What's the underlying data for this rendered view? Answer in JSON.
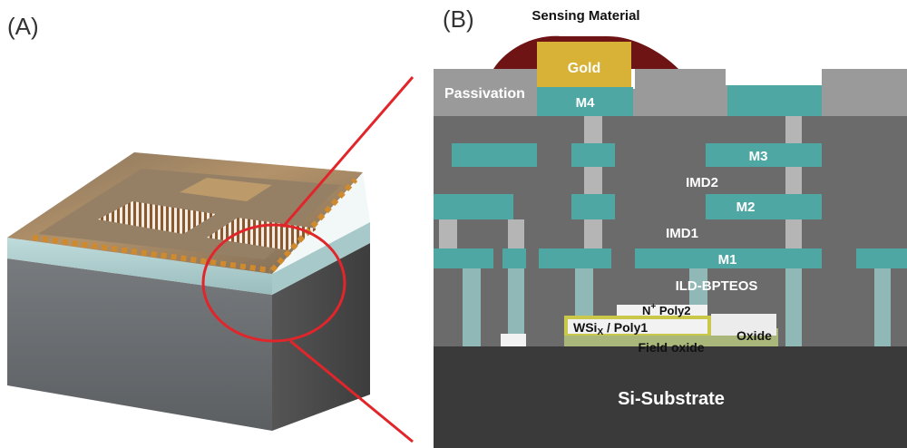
{
  "panel_a": {
    "label": "(A)"
  },
  "panel_b": {
    "label": "(B)"
  },
  "labels": {
    "sensing_material": "Sensing Material",
    "gold": "Gold",
    "passivation": "Passivation",
    "m4": "M4",
    "m3": "M3",
    "imd2": "IMD2",
    "m2": "M2",
    "imd1": "IMD1",
    "m1": "M1",
    "ild": "ILD-BPTEOS",
    "poly2_prefix": "N",
    "poly2_sup": "+",
    "poly2_suffix": " Poly2",
    "wsix_base": "WSi",
    "wsix_sub": "X",
    "wsix_suffix": " / Poly1",
    "oxide": "Oxide",
    "field_oxide": "Field oxide",
    "substrate": "Si-Substrate"
  },
  "colors": {
    "metal": "#4ea7a3",
    "dielectric": "#6b6b6b",
    "passivation": "#9a9a9a",
    "via": "#b5b5b5",
    "substrate": "#3a3a3a",
    "gold": "#d8b236",
    "sensing": "#6e1414",
    "field_oxide": "#a9b77a",
    "callout": "#e0262a"
  }
}
